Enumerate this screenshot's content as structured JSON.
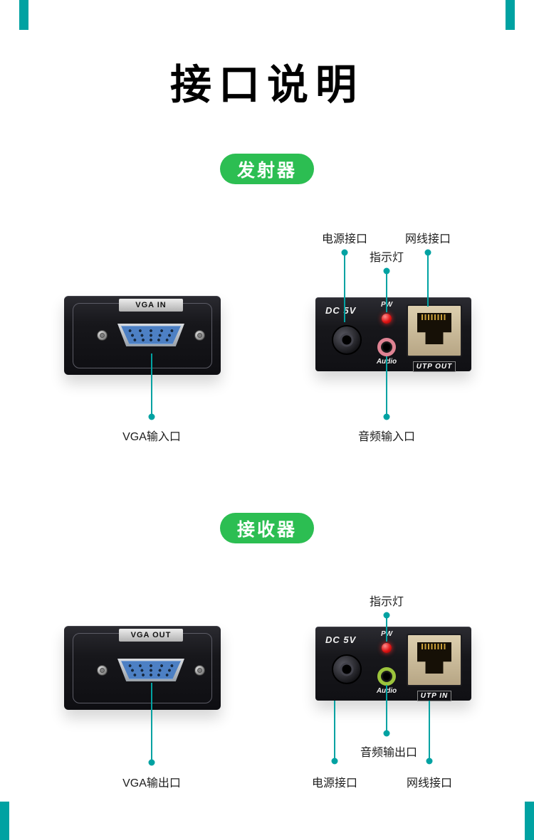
{
  "title": "接口说明",
  "colors": {
    "accent_teal": "#00A2A2",
    "badge_green": "#2CBE52",
    "panel_black": "#17171b"
  },
  "transmitter": {
    "badge": "发射器",
    "front": {
      "sticker": "VGA IN"
    },
    "rear": {
      "dc": "DC 5V",
      "pw": "PW",
      "audio": "Audio",
      "utp": "UTP OUT"
    },
    "callouts": {
      "power": "电源接口",
      "led": "指示灯",
      "network": "网线接口",
      "vga": "VGA输入口",
      "audio": "音频输入口"
    }
  },
  "receiver": {
    "badge": "接收器",
    "front": {
      "sticker": "VGA OUT"
    },
    "rear": {
      "dc": "DC 5V",
      "pw": "PW",
      "audio": "Audio",
      "utp": "UTP IN"
    },
    "callouts": {
      "led": "指示灯",
      "audio": "音频输出口",
      "vga": "VGA输出口",
      "power": "电源接口",
      "network": "网线接口"
    }
  }
}
